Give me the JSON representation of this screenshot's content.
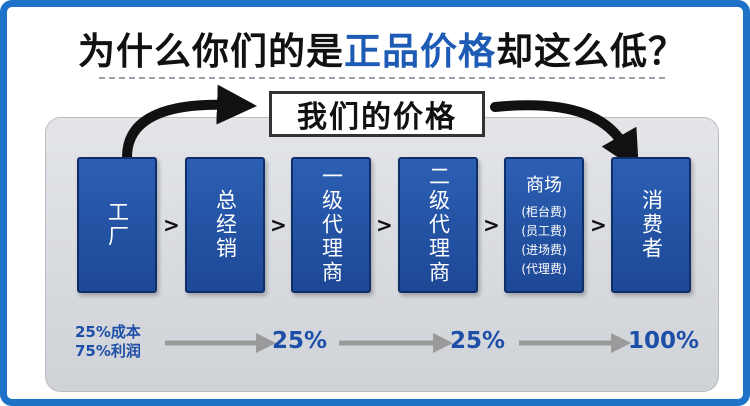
{
  "headline": {
    "part1": "为什么你们的是",
    "highlight": "正品价格",
    "part2": "却这么低？"
  },
  "price_label": "我们的价格",
  "steps": [
    {
      "label": "工厂"
    },
    {
      "label": "总经销"
    },
    {
      "label": "一级代理商"
    },
    {
      "label": "二级代理商"
    },
    {
      "label": "商场",
      "sublabels": [
        "(柜台费)",
        "(员工费)",
        "(进场费)",
        "(代理费)"
      ]
    },
    {
      "label": "消费者"
    }
  ],
  "chevron": ">",
  "cost_notes": [
    "25%成本",
    "75%利润"
  ],
  "markups": [
    "25%",
    "25%",
    "100%"
  ],
  "colors": {
    "frame": "#1e72c8",
    "box": "#2454a8",
    "accent_text": "#1e5bb5"
  }
}
